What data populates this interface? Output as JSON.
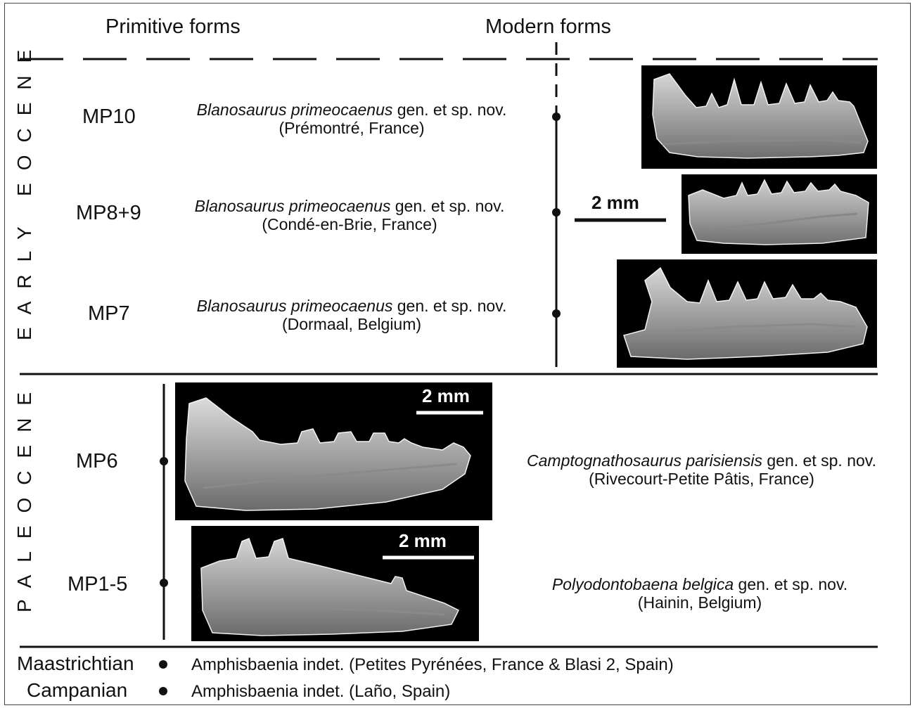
{
  "headers": {
    "primitive": "Primitive forms",
    "modern": "Modern forms"
  },
  "epochs": {
    "early_eocene": "EARLY EOCENE",
    "paleocene": "PALEOCENE"
  },
  "stages": {
    "mp10": "MP10",
    "mp8_9": "MP8+9",
    "mp7": "MP7",
    "mp6": "MP6",
    "mp1_5": "MP1-5"
  },
  "taxa": {
    "mp10": {
      "name": "Blanosaurus primeocaenus",
      "suffix": " gen. et sp. nov.",
      "locality": "(Prémontré, France)"
    },
    "mp8_9": {
      "name": "Blanosaurus primeocaenus",
      "suffix": " gen. et sp. nov.",
      "locality": "(Condé-en-Brie, France)"
    },
    "mp7": {
      "name": "Blanosaurus primeocaenus",
      "suffix": " gen. et sp. nov.",
      "locality": "(Dormaal, Belgium)"
    },
    "mp6": {
      "name": "Camptognathosaurus parisiensis",
      "suffix": " gen. et sp. nov.",
      "locality": "(Rivecourt-Petite Pâtis, France)"
    },
    "mp1_5": {
      "name": "Polyodontobaena belgica",
      "suffix": " gen. et sp. nov.",
      "locality": "(Hainin, Belgium)"
    }
  },
  "scale_bars": {
    "eocene": "2 mm",
    "mp6": "2 mm",
    "mp1_5": "2 mm"
  },
  "cretaceous": [
    {
      "stage": "Maastrichtian",
      "text": "Amphisbaenia indet. (Petites Pyrénées, France & Blasi 2, Spain)"
    },
    {
      "stage": "Campanian",
      "text": "Amphisbaenia indet. (Laño, Spain)"
    }
  ]
}
